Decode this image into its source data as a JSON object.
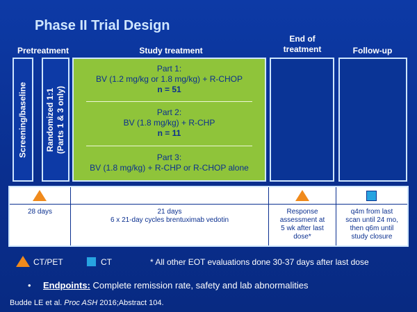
{
  "title": "Phase II Trial Design",
  "headers": {
    "pretreatment": "Pretreatment",
    "study_treatment": "Study treatment",
    "end_of_treatment_1": "End of",
    "end_of_treatment_2": "treatment",
    "follow_up": "Follow-up"
  },
  "pretreatment_bars": {
    "screening": "Screening/baseline",
    "randomized_1": "Randomized 1:1",
    "randomized_2": "(Parts 1 & 3 only)"
  },
  "parts": [
    {
      "label": "Part 1:",
      "regimen": "BV (1.2 mg/kg or 1.8 mg/kg) + R-CHOP",
      "n": "n = 51"
    },
    {
      "label": "Part 2:",
      "regimen": "BV (1.8 mg/kg) + R-CHP",
      "n": "n = 11"
    },
    {
      "label": "Part 3:",
      "regimen": "BV (1.8 mg/kg) + R-CHP or R-CHOP alone",
      "n": ""
    }
  ],
  "timeline": {
    "col1": "28 days",
    "col2_line1": "21 days",
    "col2_line2": "6 x 21-day cycles brentuximab vedotin",
    "col3_line1": "Response",
    "col3_line2": "assessment at",
    "col3_line3": "5 wk after last",
    "col3_line4": "dose*",
    "col4_line1": "q4m from last",
    "col4_line2": "scan until 24 mo,",
    "col4_line3": "then q6m until",
    "col4_line4": "study closure"
  },
  "legend": {
    "ctpet": "CT/PET",
    "ct": "CT",
    "footnote": "* All other EOT evaluations done 30-37 days after last dose"
  },
  "endpoints": {
    "bullet": "•",
    "label": "Endpoints:",
    "text": " Complete remission rate, safety and lab abnormalities"
  },
  "citation": {
    "authors": "Budde LE et al. ",
    "journal": "Proc ASH",
    "rest": " 2016;Abstract 104."
  },
  "colors": {
    "background": "#0a2f8f",
    "green_box": "#8fc43a",
    "triangle": "#f08a1c",
    "square": "#27a4e0",
    "title": "#cfe6ff"
  },
  "icons": [
    "triangle-ctpet-icon",
    "square-ct-icon"
  ]
}
